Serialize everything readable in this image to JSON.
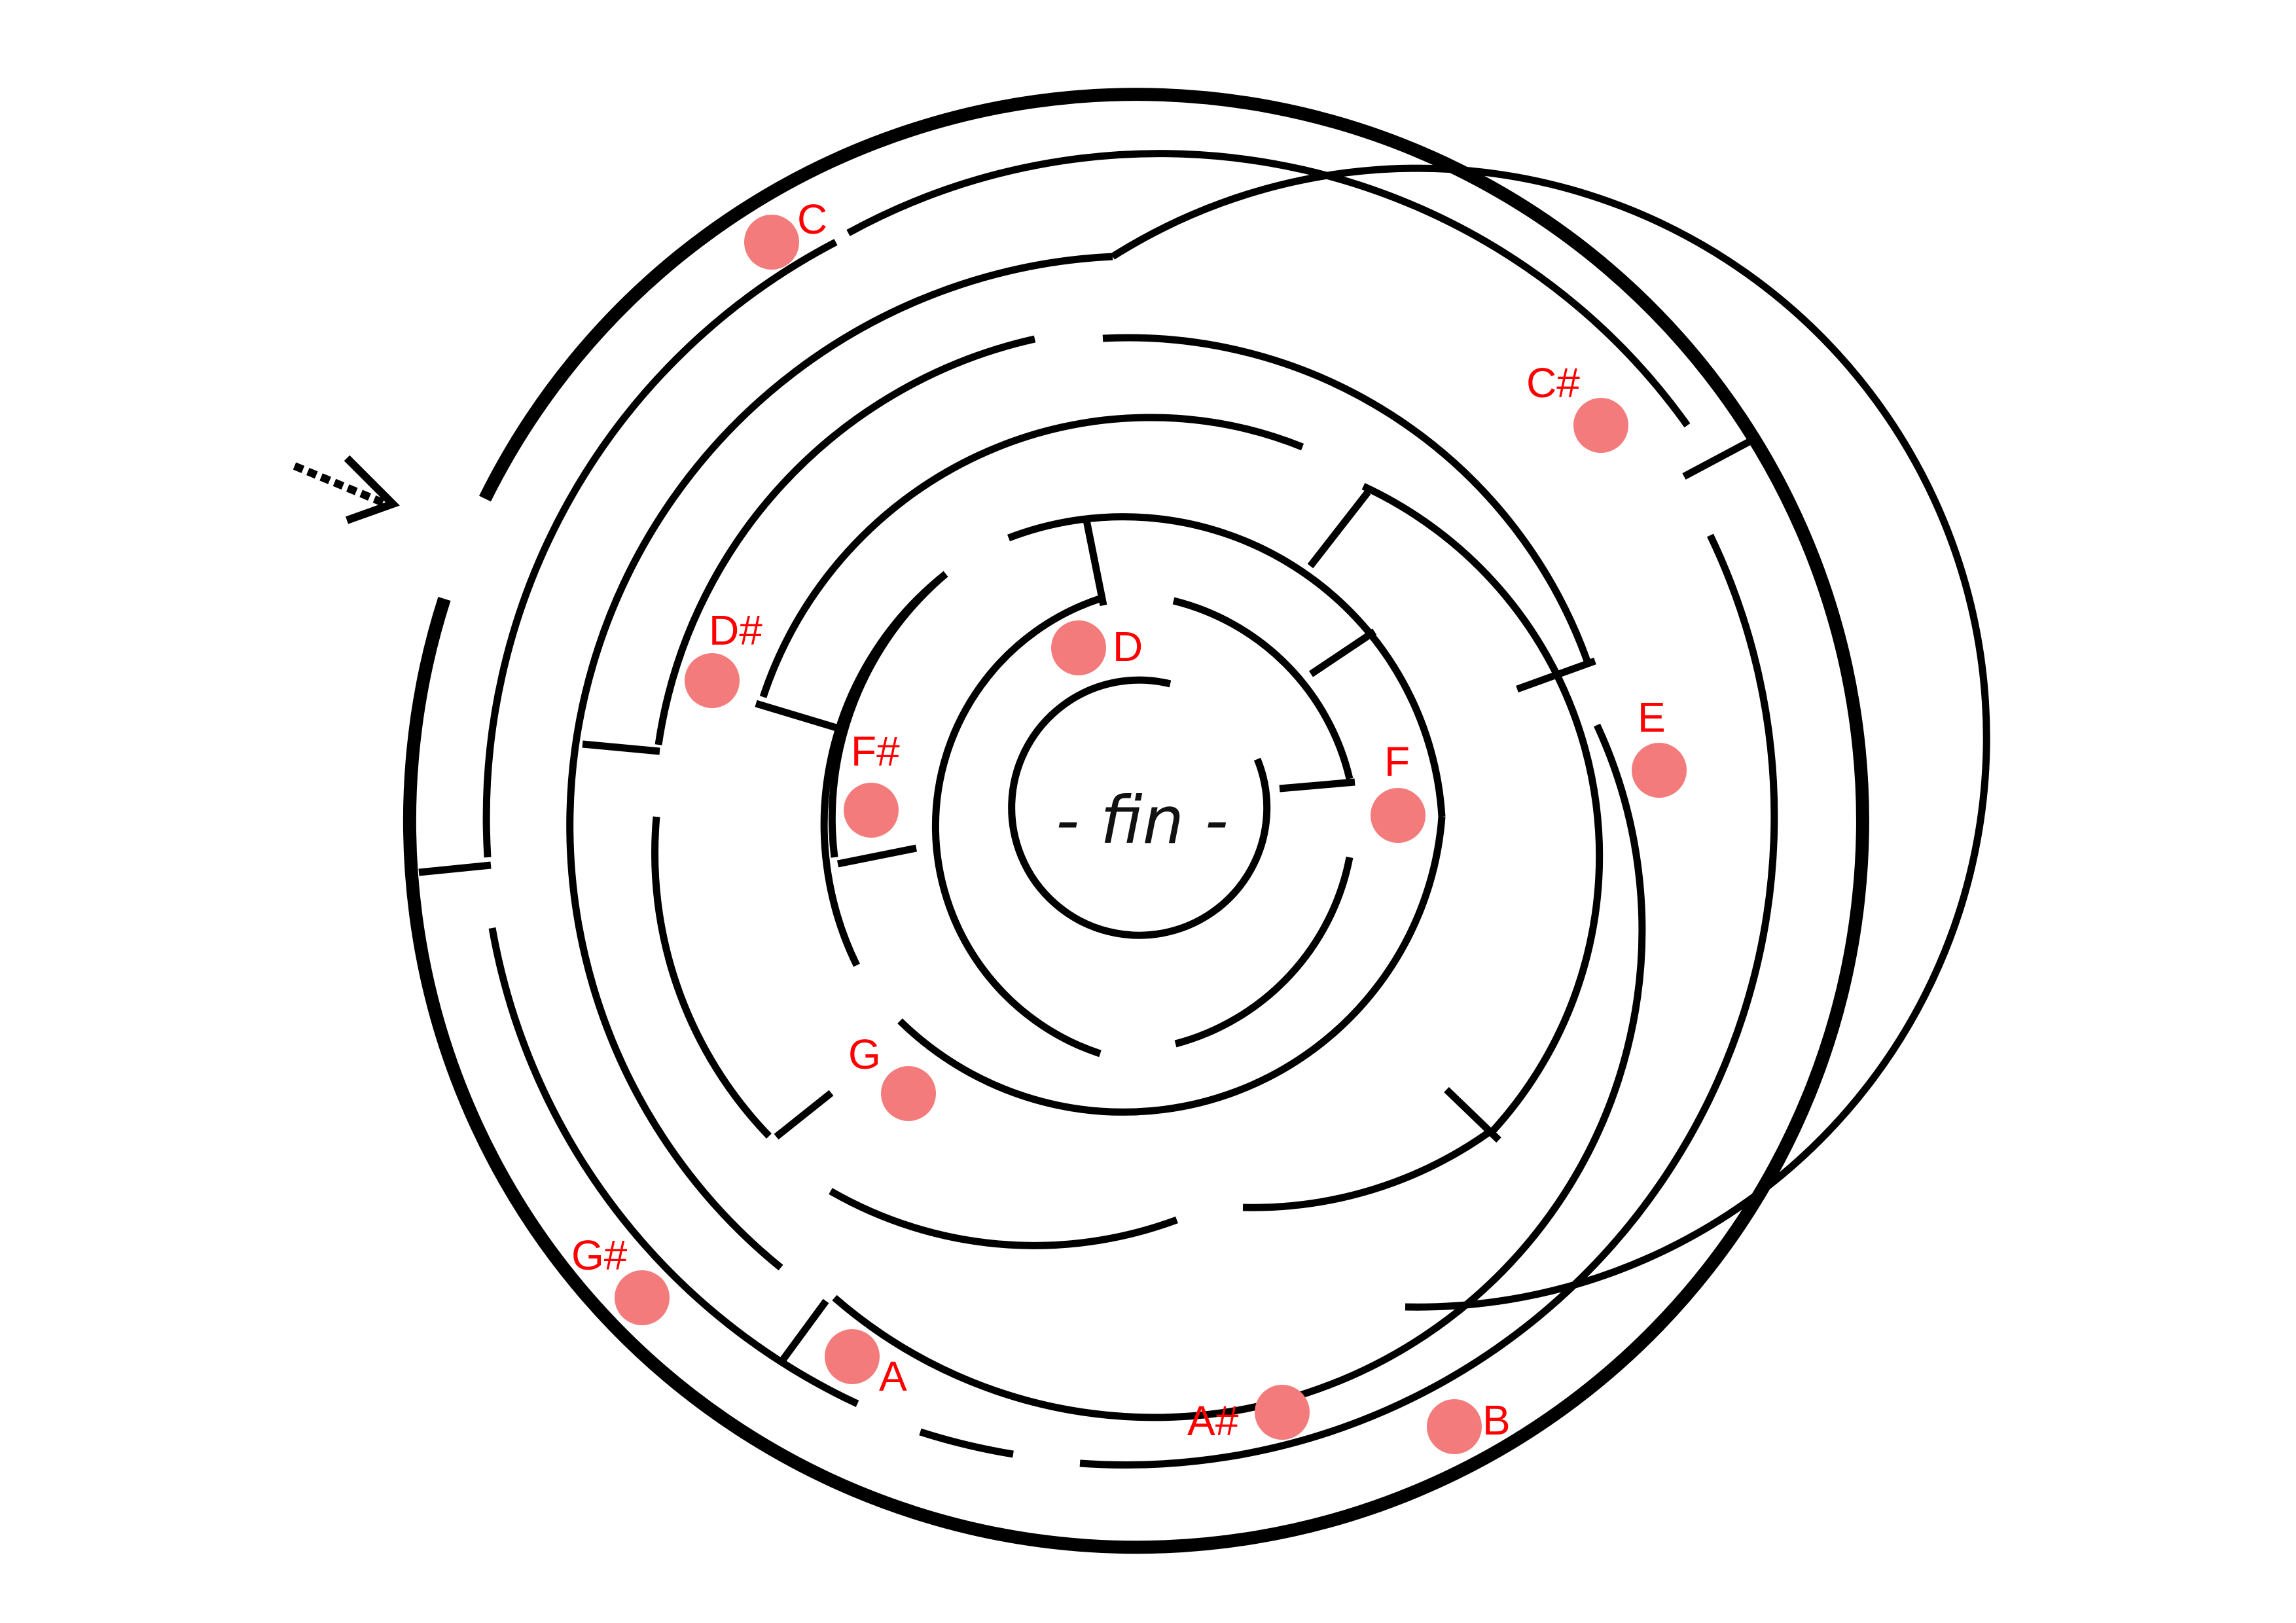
{
  "center_label": "- fin -",
  "start_marker": {
    "icon": "dashed-arrow-icon"
  },
  "colors": {
    "wall": "#000000",
    "note_dot": "#f47b7b",
    "note_label": "#ff0000",
    "background": "#ffffff"
  },
  "notes": [
    {
      "id": "C",
      "label": "C"
    },
    {
      "id": "Cs",
      "label": "C#"
    },
    {
      "id": "D",
      "label": "D"
    },
    {
      "id": "Ds",
      "label": "D#"
    },
    {
      "id": "E",
      "label": "E"
    },
    {
      "id": "F",
      "label": "F"
    },
    {
      "id": "Fs",
      "label": "F#"
    },
    {
      "id": "G",
      "label": "G"
    },
    {
      "id": "Gs",
      "label": "G#"
    },
    {
      "id": "A",
      "label": "A"
    },
    {
      "id": "As",
      "label": "A#"
    },
    {
      "id": "B",
      "label": "B"
    }
  ]
}
